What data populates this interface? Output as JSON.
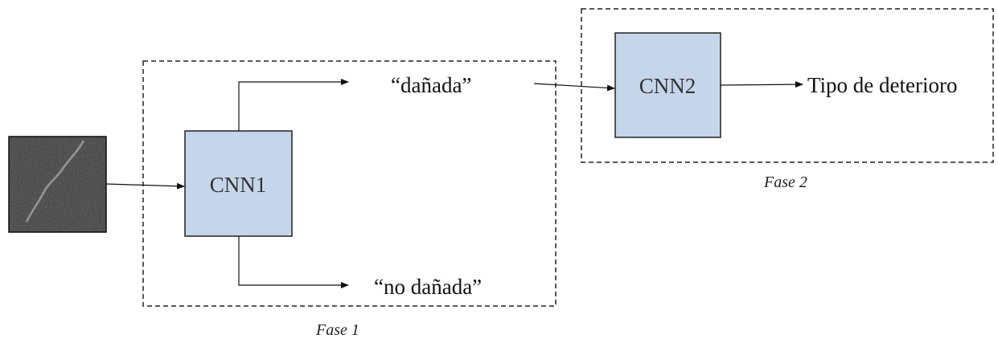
{
  "diagram": {
    "input_image": {
      "description_icon": "crack-texture-image"
    },
    "cnn1": {
      "label": "CNN1"
    },
    "cnn2": {
      "label": "CNN2"
    },
    "output_damaged": {
      "label": "“dañada”"
    },
    "output_not_damaged": {
      "label": "“no dañada”"
    },
    "output_type": {
      "label": "Tipo de deterioro"
    },
    "phase1": {
      "label": "Fase 1"
    },
    "phase2": {
      "label": "Fase 2"
    },
    "colors": {
      "box_fill": "#c5d5ea",
      "box_stroke": "#222222",
      "line": "#111111",
      "image_bg": "#3a3a3a"
    }
  }
}
